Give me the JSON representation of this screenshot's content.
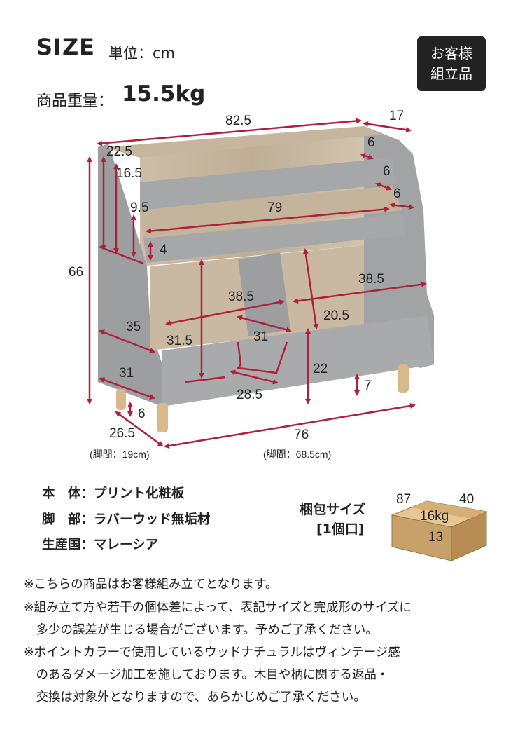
{
  "header": {
    "title": "SIZE",
    "unit": "単位：cm",
    "badge_line1": "お客様",
    "badge_line2": "組立品",
    "weight_label": "商品重量：",
    "weight_value": "15.5kg"
  },
  "dimensions": {
    "width_total": "82.5",
    "depth_top": "17",
    "top_height": "22.5",
    "tier_height": "16.5",
    "shelf_gap": "9.5",
    "inner_width": "79",
    "board_6a": "6",
    "board_6b": "6",
    "board_6c": "6",
    "board_4": "4",
    "height_total": "66",
    "left_inner": "38.5",
    "right_inner": "38.5",
    "divider_height": "20.5",
    "side_depth": "35",
    "compartment_height": "31.5",
    "compartment_depth": "31",
    "base_depth": "31",
    "front_height": "22",
    "bottom_width": "28.5",
    "leg_height": "7",
    "leg_gap": "6",
    "depth_bottom": "26.5",
    "width_bottom": "76",
    "leg_span_depth": "(脚間：19cm)",
    "leg_span_width": "(脚間：68.5cm)"
  },
  "specs": [
    {
      "label": "本　体：",
      "value": "プリント化粧板"
    },
    {
      "label": "脚　部：",
      "value": "ラバーウッド無垢材"
    },
    {
      "label": "生産国：",
      "value": "マレーシア"
    }
  ],
  "package": {
    "label_line1": "梱包サイズ",
    "label_line2": "[1個口]",
    "w": "87",
    "d": "40",
    "weight": "16kg",
    "h": "13"
  },
  "notes": [
    "※こちらの商品はお客様組み立てとなります。",
    "※組み立て方や若干の個体差によって、表記サイズと完成形のサイズに",
    "　多少の誤差が生じる場合がございます。予めご了承ください。",
    "※ポイントカラーで使用しているウッドナチュラルはヴィンテージ感",
    "　のあるダメージ加工を施しております。木目や柄に関する返品・",
    "　交換は対象外となりますので、あらかじめご了承ください。"
  ],
  "colors": {
    "arrow": "#b0203a",
    "panel_gray": "#9a9c9e",
    "panel_gray_dark": "#8a8c8e",
    "wood": "#c9b9a2",
    "leg": "#d9b88c",
    "box": "#c8a06a"
  }
}
